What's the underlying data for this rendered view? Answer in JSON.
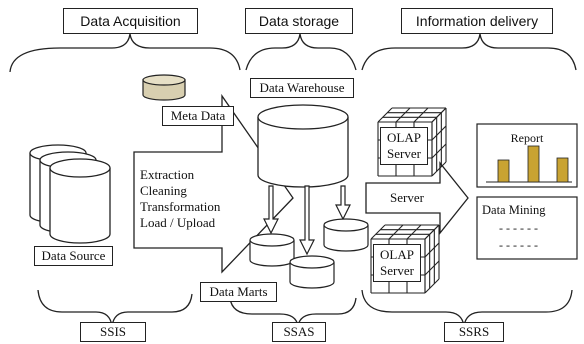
{
  "headers": {
    "acquisition": "Data Acquisition",
    "storage": "Data storage",
    "delivery": "Information delivery"
  },
  "acquisition": {
    "meta_data": "Meta Data",
    "data_source": "Data Source",
    "etl_steps": [
      "Extraction",
      "Cleaning",
      "Transformation",
      "Load / Upload"
    ]
  },
  "storage": {
    "warehouse": "Data Warehouse",
    "data_marts": "Data Marts"
  },
  "delivery": {
    "olap_top": [
      "OLAP",
      "Server"
    ],
    "olap_bottom": [
      "OLAP",
      "Server"
    ],
    "server_arrow": "Server",
    "report": "Report",
    "data_mining": "Data Mining",
    "mining_lines": "- - - - - -"
  },
  "tools": {
    "ssis": "SSIS",
    "ssas": "SSAS",
    "ssrs": "SSRS"
  },
  "colors": {
    "meta_disk": "#d8cfb0",
    "report_bars": "#c9a332",
    "stroke": "#222222"
  }
}
